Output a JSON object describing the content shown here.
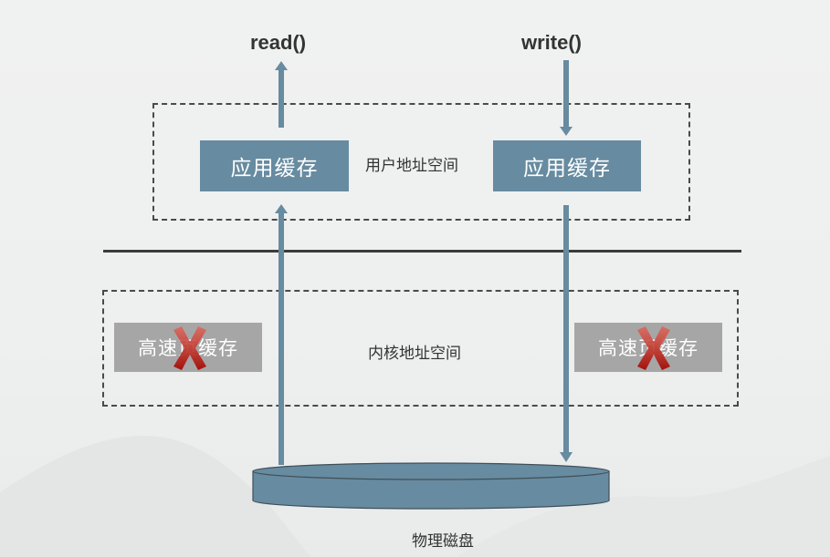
{
  "functions": {
    "read": "read()",
    "write": "write()"
  },
  "user_space": {
    "label": "用户地址空间",
    "left_cache": "应用缓存",
    "right_cache": "应用缓存"
  },
  "kernel_space": {
    "label": "内核地址空间",
    "left_cache": "高速页缓存",
    "right_cache": "高速页缓存",
    "left_cache_disabled": true,
    "right_cache_disabled": true
  },
  "disk": {
    "label": "物理磁盘"
  },
  "colors": {
    "flow": "#678ba0",
    "app_cache": "#678ba0",
    "page_cache": "#a6a6a6",
    "cross": "#c0231c"
  }
}
